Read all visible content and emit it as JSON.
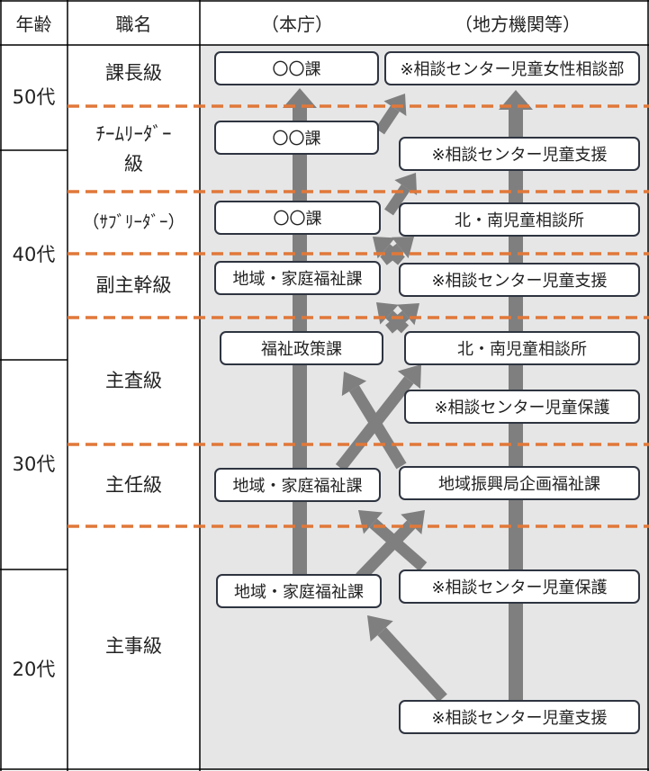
{
  "headers": {
    "age": "年齢",
    "title": "職名",
    "headquarters": "（本庁）",
    "regional": "（地方機関等）"
  },
  "ages": [
    "50代",
    "40代",
    "30代",
    "20代"
  ],
  "titles": {
    "kacho": "課長級",
    "team_leader_a": "ﾁｰﾑﾘｰﾀﾞｰ",
    "team_leader_b": "級",
    "sub_leader": "（ｻﾌﾞﾘｰﾀﾞｰ）",
    "fuku_shukan": "副主幹級",
    "shusa": "主査級",
    "shunin": "主任級",
    "shuji": "主事級"
  },
  "boxes": {
    "hq": [
      {
        "label": "〇〇課"
      },
      {
        "label": "〇〇課"
      },
      {
        "label": "〇〇課"
      },
      {
        "label": "地域・家庭福祉課"
      },
      {
        "label": "福祉政策課"
      },
      {
        "label": "地域・家庭福祉課"
      },
      {
        "label": "地域・家庭福祉課"
      }
    ],
    "regional": [
      {
        "label": "※相談センター児童女性相談部"
      },
      {
        "label": "※相談センター児童支援"
      },
      {
        "label": "北・南児童相談所"
      },
      {
        "label": "※相談センター児童支援"
      },
      {
        "label": "北・南児童相談所"
      },
      {
        "label": "※相談センター児童保護"
      },
      {
        "label": "地域振興局企画福祉課"
      },
      {
        "label": "※相談センター児童保護"
      },
      {
        "label": "※相談センター児童支援"
      }
    ]
  },
  "colors": {
    "panel": "#e6e6e6",
    "arrow": "#7f7f7f",
    "dashed_line": "#e0783a",
    "grid": "#000000",
    "box_border": "#2e3440"
  }
}
